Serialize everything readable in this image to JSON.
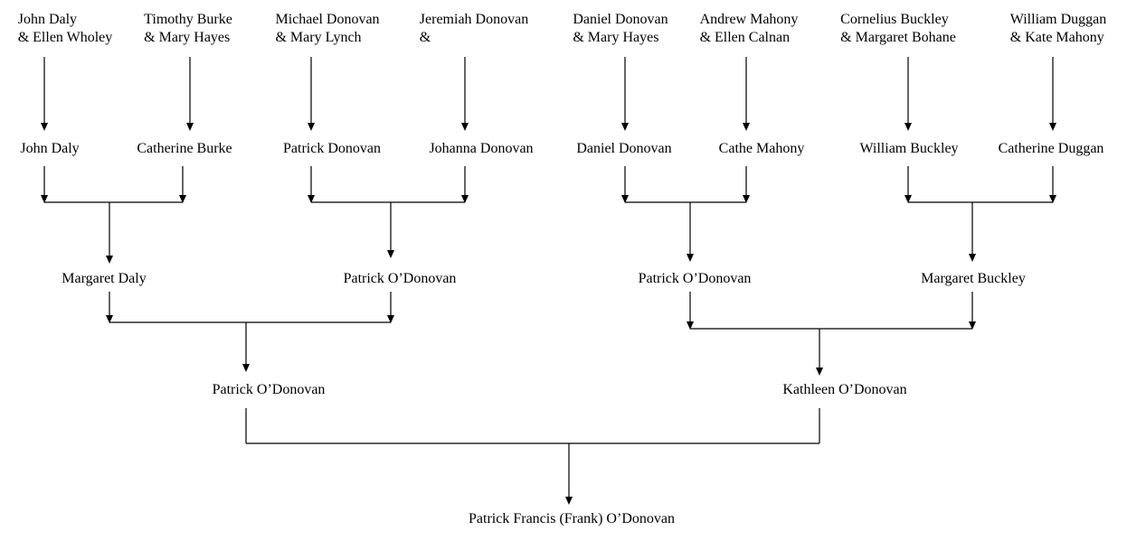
{
  "great_grandparent_couples": [
    {
      "line1": "John Daly",
      "line2": "& Ellen Wholey"
    },
    {
      "line1": "Timothy Burke",
      "line2": "& Mary Hayes"
    },
    {
      "line1": "Michael Donovan",
      "line2": "& Mary Lynch"
    },
    {
      "line1": "Jeremiah Donovan",
      "line2": "&"
    },
    {
      "line1": "Daniel Donovan",
      "line2": "& Mary Hayes"
    },
    {
      "line1": "Andrew Mahony",
      "line2": "& Ellen Calnan"
    },
    {
      "line1": "Cornelius Buckley",
      "line2": "& Margaret Bohane"
    },
    {
      "line1": "William Duggan",
      "line2": "& Kate Mahony"
    }
  ],
  "great_grandparents": [
    "John Daly",
    "Catherine Burke",
    "Patrick Donovan",
    "Johanna Donovan",
    "Daniel Donovan",
    "Cathe Mahony",
    "William Buckley",
    "Catherine Duggan"
  ],
  "grandparents": [
    "Margaret Daly",
    "Patrick O’Donovan",
    "Patrick O’Donovan",
    "Margaret Buckley"
  ],
  "parents": [
    "Patrick O’Donovan",
    "Kathleen O’Donovan"
  ],
  "subject": "Patrick Francis (Frank) O’Donovan"
}
